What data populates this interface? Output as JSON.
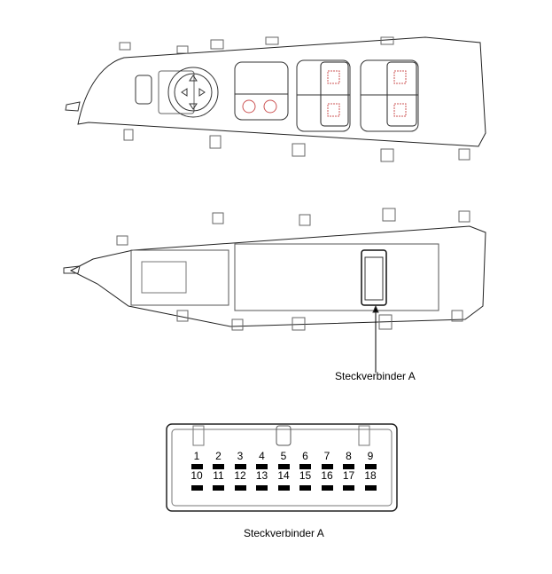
{
  "labels": {
    "connector_callout": "Steckverbinder A",
    "connector_caption": "Steckverbinder A"
  },
  "connector": {
    "row1": [
      "1",
      "2",
      "3",
      "4",
      "5",
      "6",
      "7",
      "8",
      "9"
    ],
    "row2": [
      "10",
      "11",
      "12",
      "13",
      "14",
      "15",
      "16",
      "17",
      "18"
    ]
  }
}
